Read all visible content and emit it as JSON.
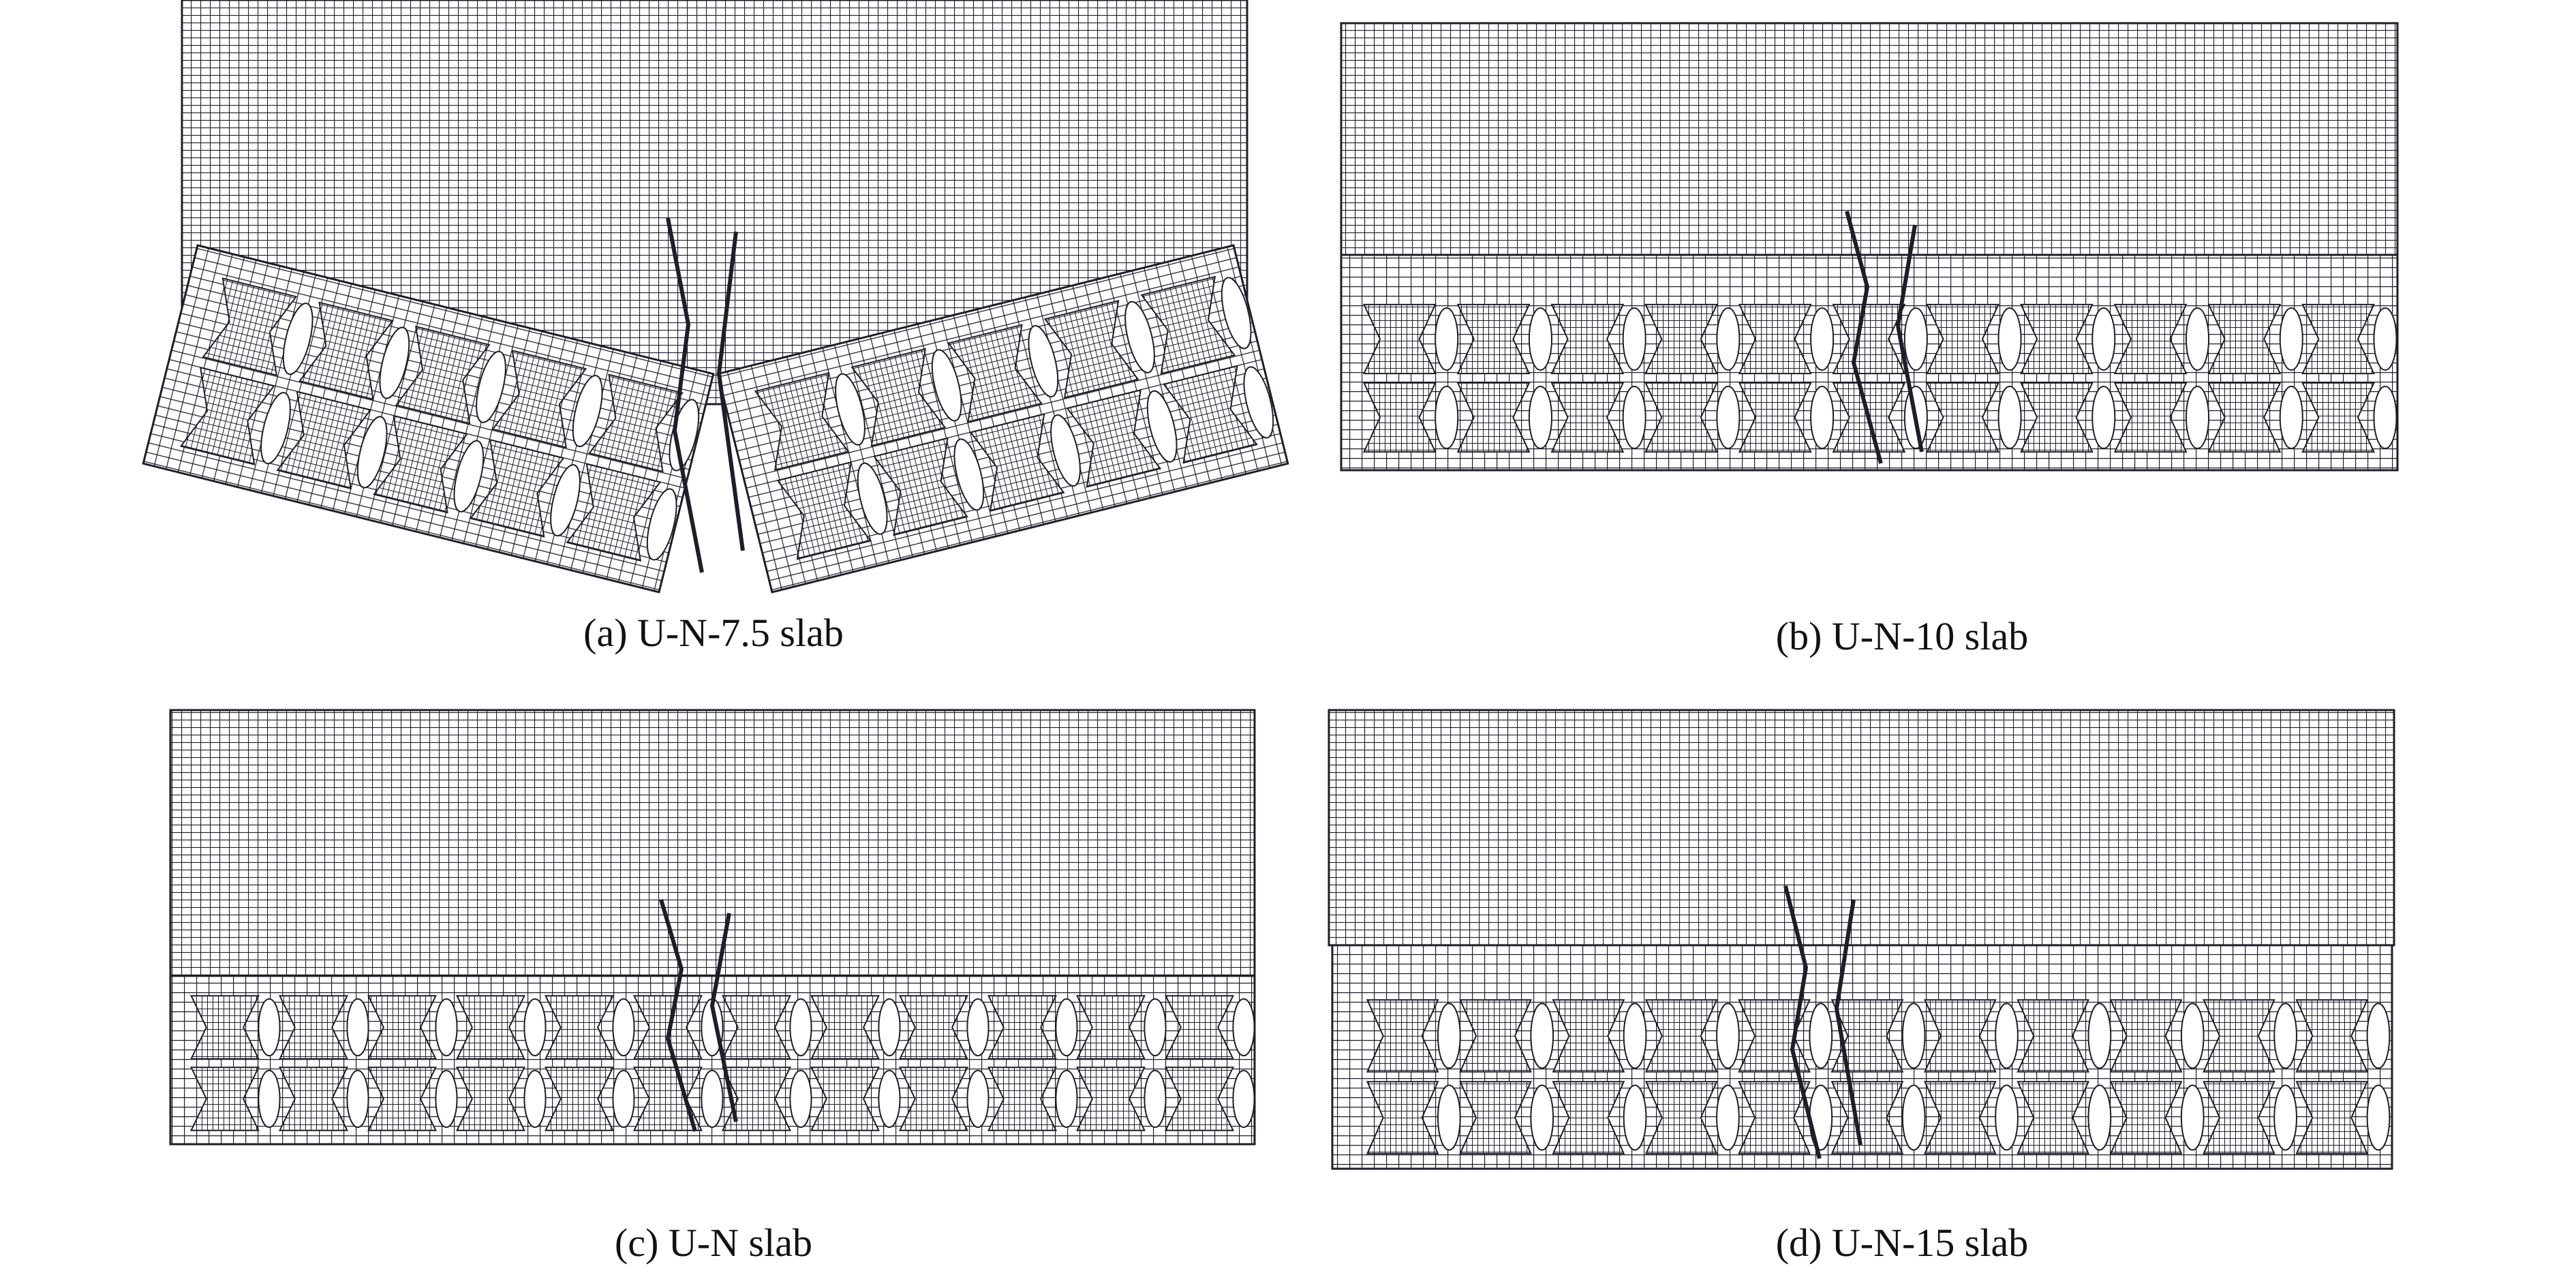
{
  "figure": {
    "panels": [
      {
        "id": "a",
        "caption": "(a) U-N-7.5 slab"
      },
      {
        "id": "b",
        "caption": "(b) U-N-10 slab"
      },
      {
        "id": "c",
        "caption": "(c) U-N slab"
      },
      {
        "id": "d",
        "caption": "(d) U-N-15 slab"
      }
    ],
    "colors": {
      "mesh": "#1e1e2a",
      "background": "#ffffff"
    }
  }
}
